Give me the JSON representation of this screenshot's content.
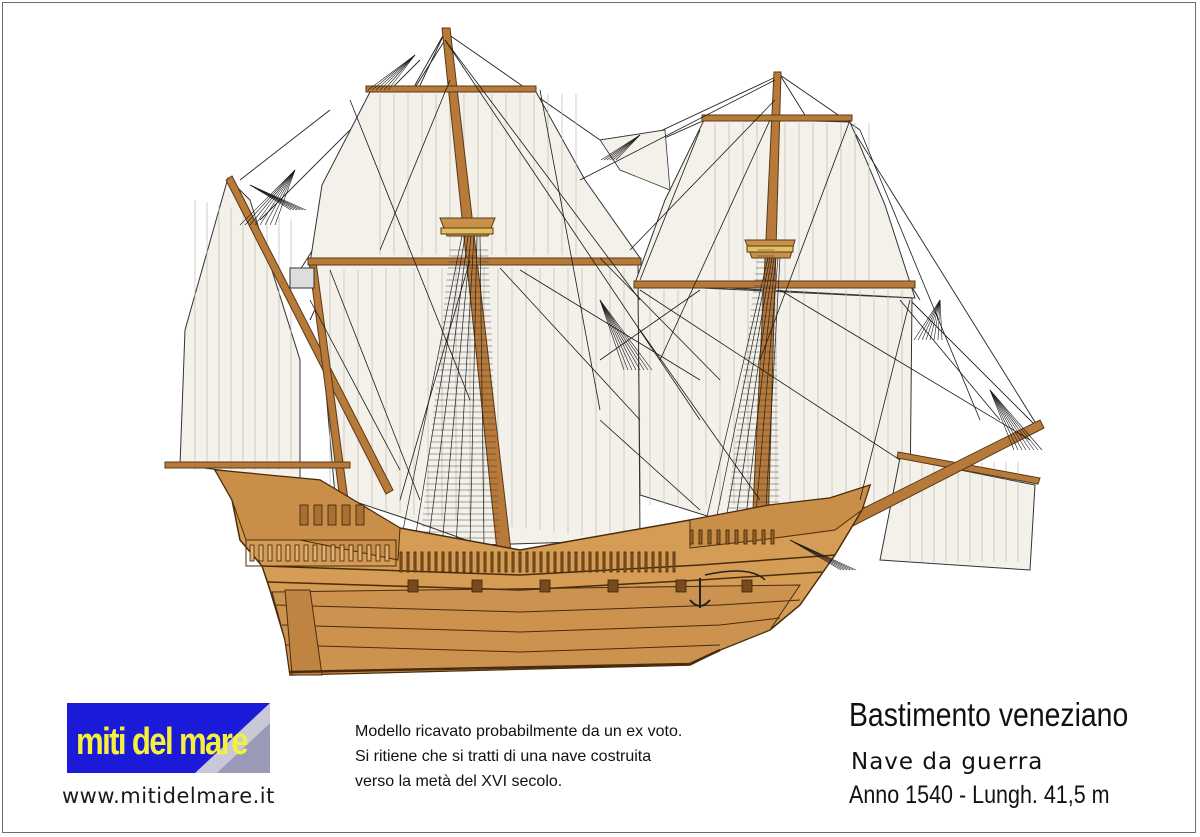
{
  "logo": {
    "text": "miti del mare",
    "background": "#1c1ad9",
    "text_color": "#f5f03a",
    "accent_color": "#c8c8d8"
  },
  "website": "www.mitidelmare.it",
  "description": [
    "Modello ricavato probabilmente da un ex voto.",
    "Si ritiene che si tratti di una nave costruita",
    "verso la metà del XVI secolo."
  ],
  "title": "Bastimento veneziano",
  "subtitle": "Nave da guerra",
  "specs": "Anno 1540 - Lungh. 41,5 m",
  "colors": {
    "hull": "#d49c55",
    "hull_dark": "#a8702e",
    "spar": "#b77a3a",
    "sail": "#f3f1ea",
    "rigging": "#1a1a1a",
    "frame": "#6d6d6d"
  },
  "illustration": {
    "subject": "ship-illustration"
  }
}
